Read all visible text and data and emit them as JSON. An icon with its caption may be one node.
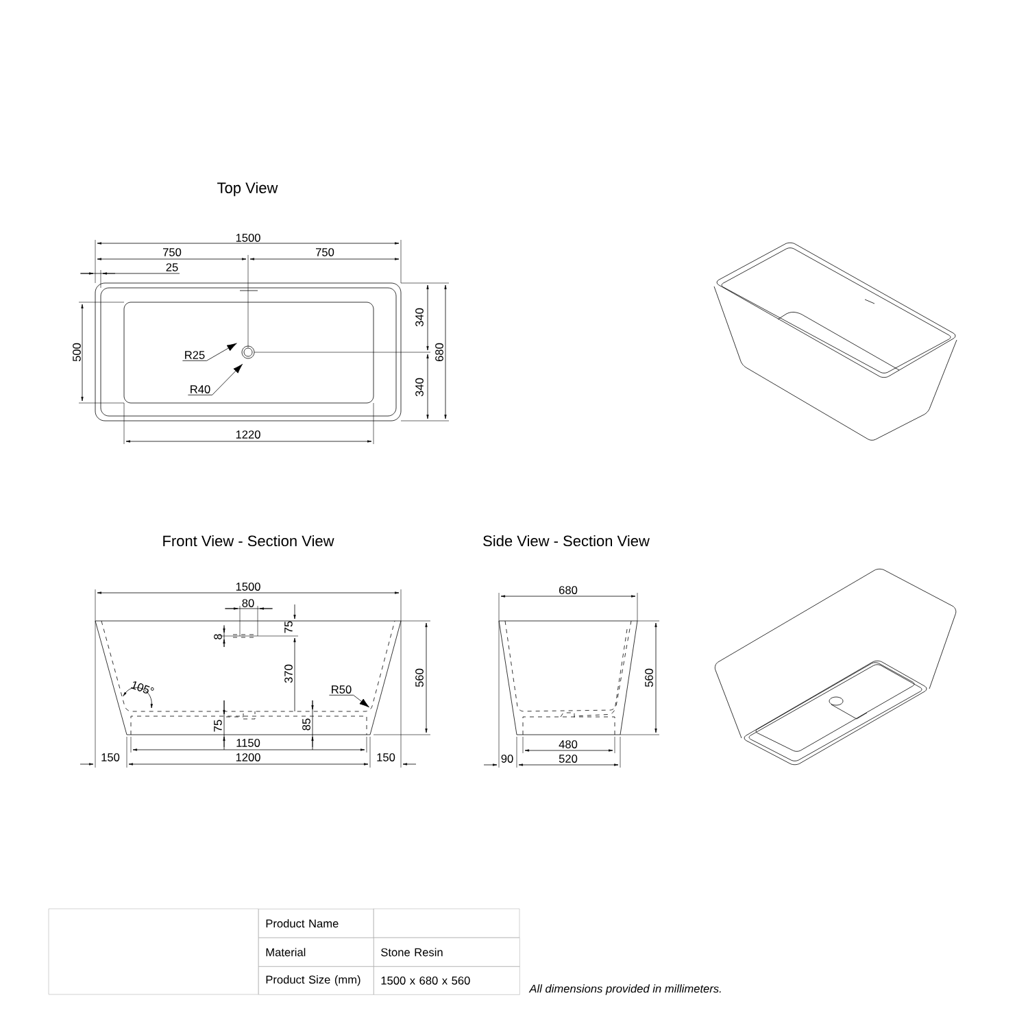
{
  "diagram": {
    "nodes": [
      {
        "text": [
          "R25"
        ]
      },
      {
        "text": [
          "R40"
        ]
      },
      {
        "text": [
          "R50"
        ]
      }
    ],
    "edges": [
      {
        "from": 0,
        "to": null,
        "arrow": "to"
      },
      {
        "from": 1,
        "to": null,
        "arrow": "to"
      },
      {
        "from": 2,
        "to": null,
        "arrow": "to"
      }
    ],
    "labels": [
      "Top View",
      "1500",
      "750",
      "750",
      "25",
      "500",
      "340",
      "680",
      "340",
      "1220",
      "Front View - Section View",
      "Side View - Section View",
      "1500",
      "680",
      "80",
      "8",
      "75",
      "370",
      "105°",
      "560",
      "560",
      "75",
      "85",
      "1150",
      "480",
      "150",
      "1200",
      "150",
      "90",
      "520",
      "Product Name",
      "Material",
      "Stone Resin",
      "Product Size (mm)",
      "1500 x 680 x 560",
      "All dimensions provided in millimeters."
    ]
  }
}
